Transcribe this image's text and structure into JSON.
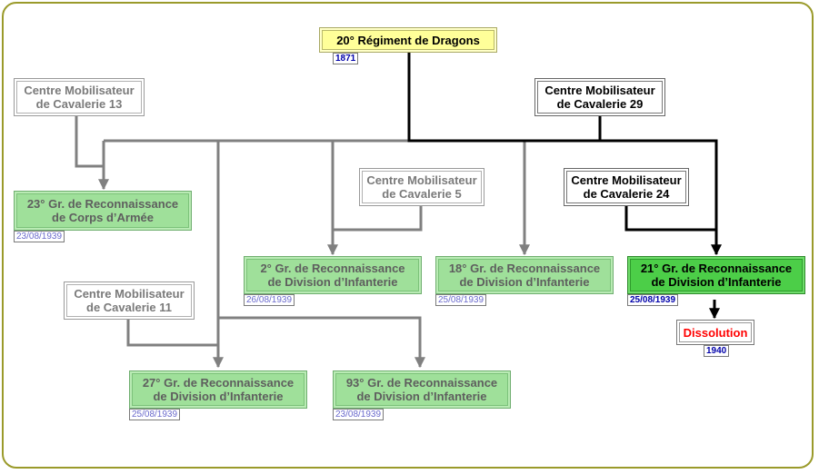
{
  "colors": {
    "frame": "#9a9a2a",
    "active_line": "#000000",
    "inactive_line": "#808080",
    "active_group": "#4cce48",
    "inactive_group": "#9fe09a",
    "root": "#ffff99",
    "dissolution_text": "#ff0000"
  },
  "nodes": {
    "root": {
      "label": "20° Régiment de Dragons",
      "date": "1871"
    },
    "cm13": {
      "label": "Centre Mobilisateur\nde Cavalerie 13"
    },
    "cm29": {
      "label": "Centre Mobilisateur\nde Cavalerie 29"
    },
    "cm5": {
      "label": "Centre Mobilisateur\nde Cavalerie 5"
    },
    "cm24": {
      "label": "Centre Mobilisateur\nde Cavalerie 24"
    },
    "cm11": {
      "label": "Centre Mobilisateur\nde Cavalerie 11"
    },
    "gr23": {
      "label": "23° Gr. de Reconnaissance\nde Corps d’Armée",
      "date": "23/08/1939"
    },
    "gr2": {
      "label": "2° Gr. de Reconnaissance\nde Division d’Infanterie",
      "date": "26/08/1939"
    },
    "gr18": {
      "label": "18° Gr. de Reconnaissance\nde Division d’Infanterie",
      "date": "25/08/1939"
    },
    "gr21": {
      "label": "21° Gr. de Reconnaissance\nde Division d’Infanterie",
      "date": "25/08/1939"
    },
    "gr27": {
      "label": "27° Gr. de Reconnaissance\nde Division d’Infanterie",
      "date": "25/08/1939"
    },
    "gr93": {
      "label": "93° Gr. de Reconnaissance\nde Division d’Infanterie",
      "date": "23/08/1939"
    },
    "dissolution": {
      "label": "Dissolution",
      "date": "1940"
    }
  }
}
